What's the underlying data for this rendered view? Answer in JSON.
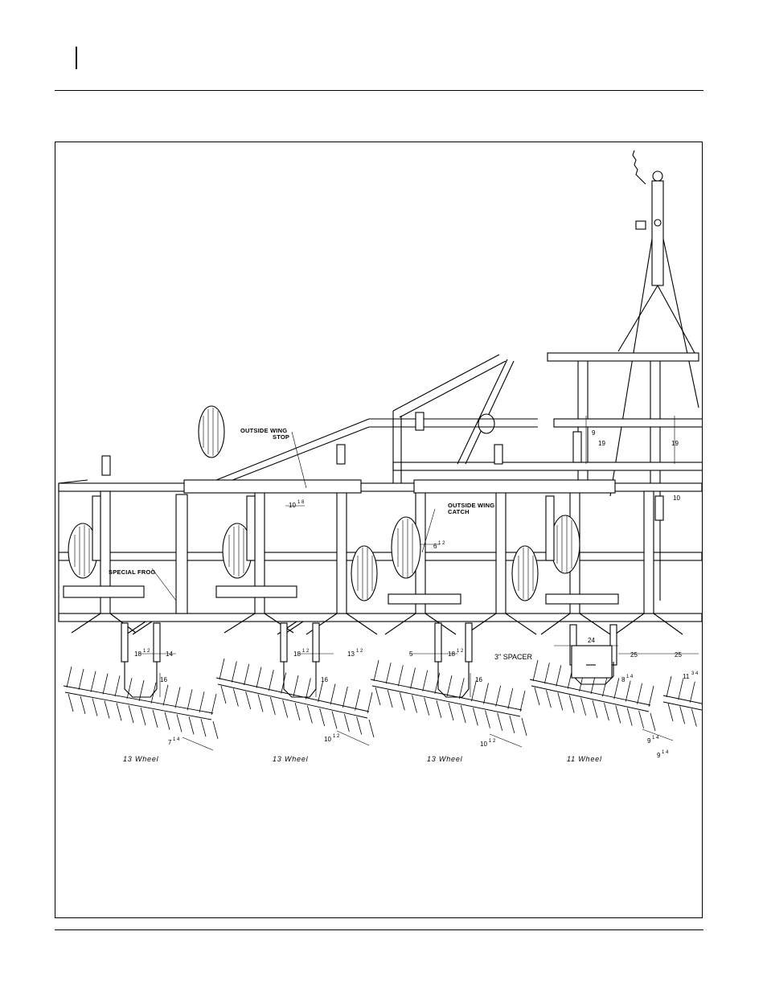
{
  "figure": {
    "callouts": {
      "outside_wing_stop": [
        "OUTSIDE WING",
        "STOP"
      ],
      "outside_wing_catch": [
        "OUTSIDE WING",
        "CATCH"
      ],
      "special_frog": "SPECIAL FROG",
      "spacer": "3\" SPACER"
    },
    "dimensions": {
      "d10": "10",
      "d10_frac": "1 8",
      "d9": "9",
      "d19a": "19",
      "d19b": "19",
      "d10b": "10",
      "d6": "6",
      "d6_frac": "1 2",
      "d18a": "18",
      "d18a_frac": "1 2",
      "d14": "14",
      "d18b": "18",
      "d18b_frac": "1 2",
      "d13": "13",
      "d13_frac": "1 2",
      "d5": "5",
      "d18c": "18",
      "d18c_frac": "1 2",
      "d16a": "16",
      "d16b": "16",
      "d16c": "16",
      "d24": "24",
      "d25a": "25",
      "d25b": "25",
      "d8": "8",
      "d8_frac": "1 4",
      "d11": "11",
      "d11_frac": "3 4",
      "d7": "7",
      "d7_frac": "1 4",
      "d10c": "10",
      "d10c_frac": "1 2",
      "d10d": "10",
      "d10d_frac": "1 2",
      "d9a": "9",
      "d9a_frac": "1 4",
      "d9b": "9",
      "d9b_frac": "1 4"
    },
    "wheel_labels": [
      "13  Wheel",
      "13  Wheel",
      "13  Wheel",
      "11  Wheel"
    ]
  }
}
